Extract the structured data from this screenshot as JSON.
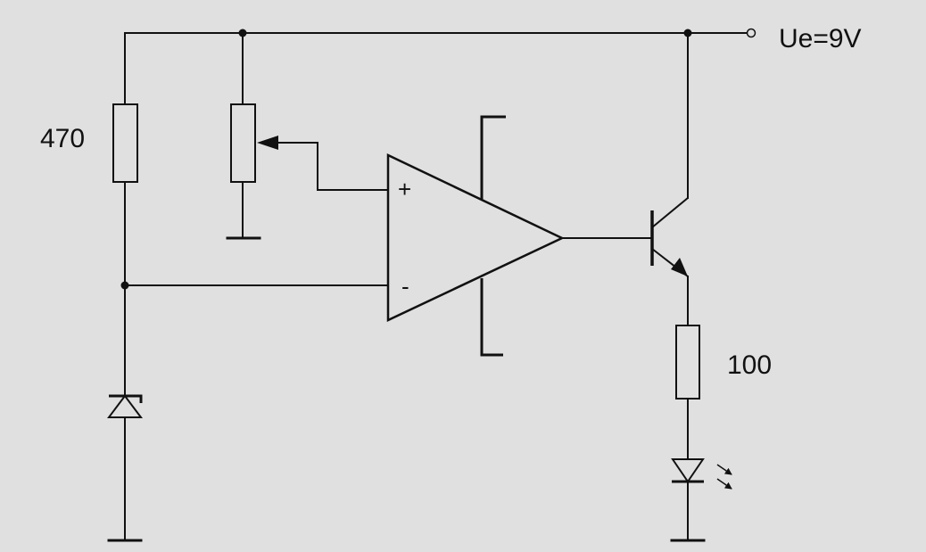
{
  "diagram": {
    "supply_label": "Ue=9V",
    "r1_value": "470",
    "r2_value": "100",
    "opamp_plus": "+",
    "opamp_minus": "-"
  },
  "colors": {
    "background": "#e0e0e0",
    "stroke": "#111111",
    "component_fill": "#e0e0e0"
  }
}
